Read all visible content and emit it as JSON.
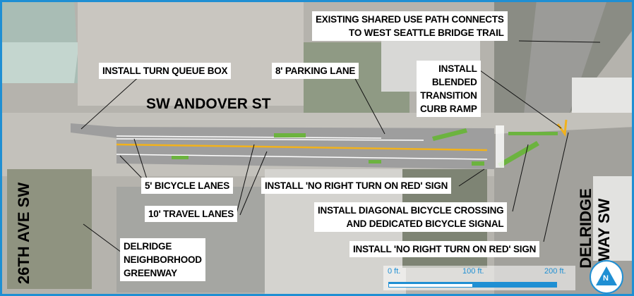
{
  "street_names": {
    "andover": "SW ANDOVER ST",
    "avenue_26th": "26TH AVE SW",
    "delridge_line1": "DELRIDGE",
    "delridge_line2": "WAY SW"
  },
  "callouts": {
    "shared_use_path": [
      "EXISTING SHARED USE PATH CONNECTS",
      "TO WEST SEATTLE BRIDGE TRAIL"
    ],
    "turn_queue_box": "INSTALL TURN QUEUE BOX",
    "parking_lane": "8' PARKING LANE",
    "curb_ramp": [
      "INSTALL",
      "BLENDED",
      "TRANSITION",
      "CURB RAMP"
    ],
    "bicycle_lanes": "5' BICYCLE LANES",
    "no_right_turn_1": "INSTALL 'NO RIGHT TURN ON RED' SIGN",
    "travel_lanes": "10' TRAVEL LANES",
    "diagonal_crossing": [
      "INSTALL DIAGONAL BICYCLE CROSSING",
      "AND DEDICATED BICYCLE SIGNAL"
    ],
    "greenway": [
      "DELRIDGE",
      "NEIGHBORHOOD",
      "GREENWAY"
    ],
    "no_right_turn_2": "INSTALL 'NO RIGHT TURN ON RED' SIGN"
  },
  "scale_bar": {
    "labels": [
      "0 ft.",
      "100 ft.",
      "200 ft."
    ]
  },
  "north_arrow": {
    "label": "N"
  },
  "colors": {
    "frame": "#1f8fd3",
    "bike_green": "#6cb33f",
    "centerline": "#f2b21b",
    "road": "#9e9e9e"
  }
}
